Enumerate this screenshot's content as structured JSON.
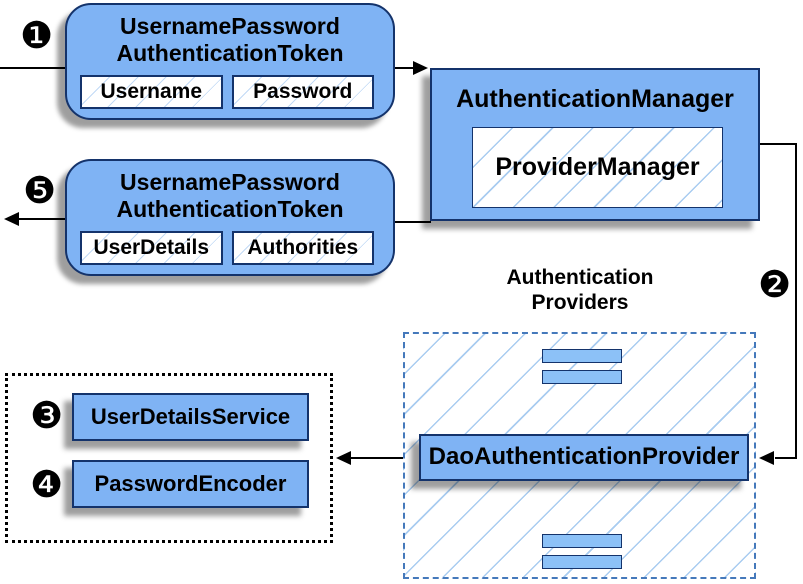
{
  "steps": {
    "s1": "❶",
    "s2": "❷",
    "s3": "❸",
    "s4": "❹",
    "s5": "❺"
  },
  "nodes": {
    "token_request": {
      "title_line1": "UsernamePassword",
      "title_line2": "AuthenticationToken",
      "fields": [
        "Username",
        "Password"
      ]
    },
    "authentication_manager": {
      "title": "AuthenticationManager",
      "inner": "ProviderManager"
    },
    "token_response": {
      "title_line1": "UsernamePassword",
      "title_line2": "AuthenticationToken",
      "fields": [
        "UserDetails",
        "Authorities"
      ]
    },
    "providers_group": {
      "label_line1": "Authentication",
      "label_line2": "Providers"
    },
    "dao_provider": {
      "title": "DaoAuthenticationProvider"
    },
    "collaborators": {
      "items": [
        "UserDetailsService",
        "PasswordEncoder"
      ]
    }
  },
  "colors": {
    "node_fill": "#7fb3f4",
    "node_border": "#14336b",
    "hatch_line": "#a9ccf0",
    "dashed_border": "#4579bb",
    "dotted_border": "#000000",
    "connector": "#000000"
  }
}
